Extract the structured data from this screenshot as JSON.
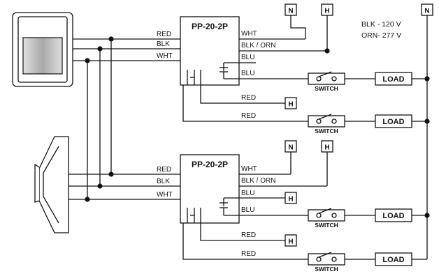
{
  "notes": [
    "BLK - 120 V",
    "ORN- 277 V"
  ],
  "modules": [
    {
      "title": "PP-20-2P",
      "left_wires": [
        "RED",
        "BLK",
        "WHT"
      ],
      "right_wires": [
        "WHT",
        "BLK / ORN",
        "BLU",
        "BLU"
      ],
      "red_label_1": "RED",
      "red_label_2": "RED",
      "top_terminals": [
        "N",
        "H"
      ],
      "right_h_terminal": "",
      "aux_h_terminal": "H",
      "switches": [
        "SWITCH",
        "SWITCH"
      ],
      "loads": [
        "LOAD",
        "LOAD"
      ]
    },
    {
      "title": "PP-20-2P",
      "left_wires": [
        "RED",
        "BLK",
        "WHT"
      ],
      "right_wires": [
        "WHT",
        "BLK / ORN",
        "BLU",
        "BLU"
      ],
      "red_label_1": "RED",
      "red_label_2": "RED",
      "top_terminals": [
        "N",
        "H"
      ],
      "right_h_terminal": "H",
      "aux_h_terminal": "H",
      "switches": [
        "SWITCH",
        "SWITCH"
      ],
      "loads": [
        "LOAD",
        "LOAD"
      ]
    }
  ],
  "neutral_bus_terminal": "N"
}
